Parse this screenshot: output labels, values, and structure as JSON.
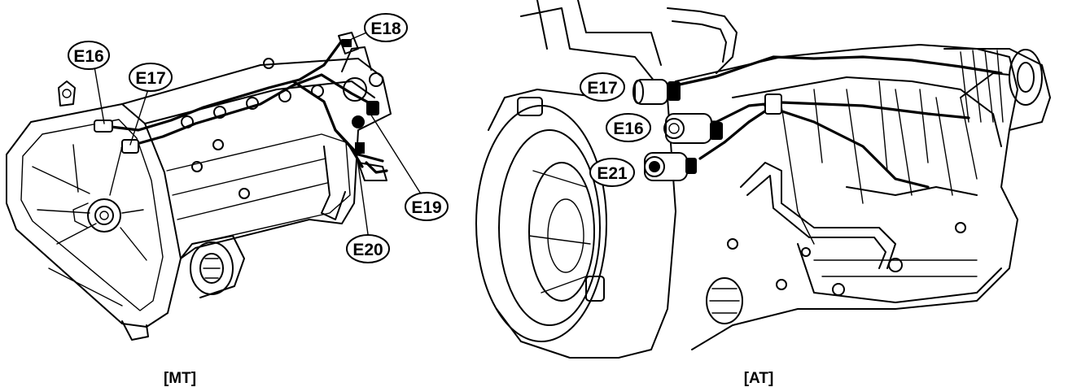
{
  "figure": {
    "mt_caption": "[MT]",
    "at_caption": "[AT]",
    "mt_connectors": [
      "E16",
      "E17",
      "E18",
      "E19",
      "E20"
    ],
    "at_connectors": [
      "E17",
      "E16",
      "E21"
    ]
  }
}
